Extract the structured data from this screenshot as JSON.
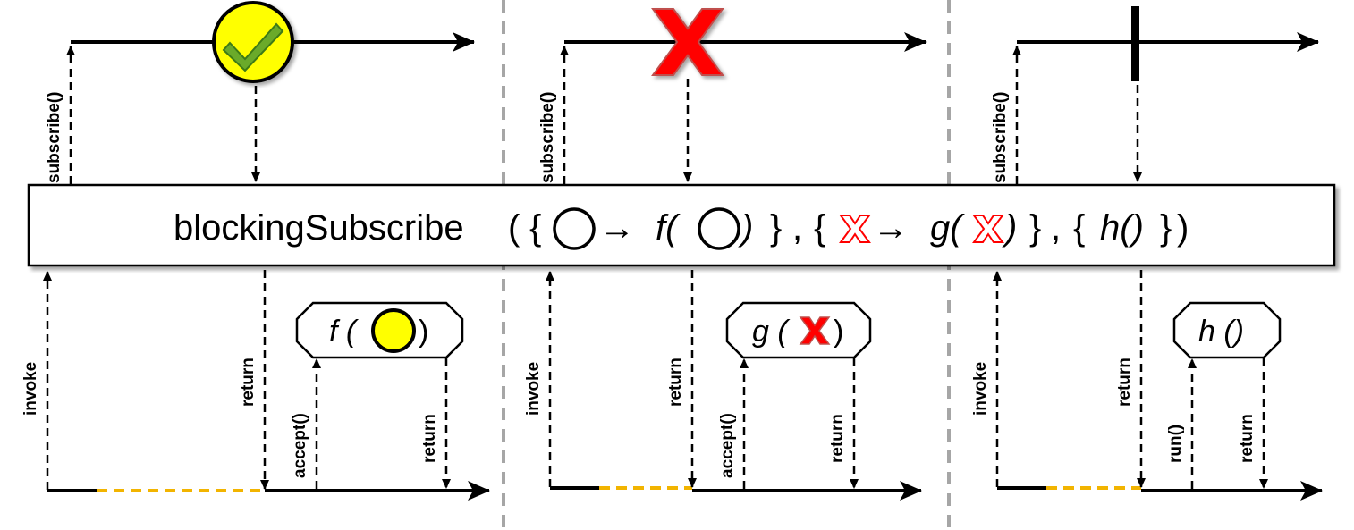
{
  "colors": {
    "success_fill": "#ffff00",
    "check_fill": "#6aaa2a",
    "error_fill": "#ff0000",
    "error_stroke": "#c0504d",
    "wait_dash": "#f2b400",
    "divider": "#a6a6a6",
    "box_border": "#000000"
  },
  "icons": {
    "success": "check-circle-icon",
    "error": "x-mark-icon",
    "complete": "vertical-bar-icon"
  },
  "operator": {
    "name": "blockingSubscribe",
    "open_paren": "(",
    "close_paren": ")",
    "arrow": "→",
    "lbrace": "{",
    "rbrace": "}",
    "comma": ",",
    "onnext_fn": "f(",
    "onnext_fn_close": ")",
    "onerror_fn": "g(",
    "onerror_fn_close": ")",
    "oncomplete_fn": "h()"
  },
  "panels": [
    {
      "id": "success",
      "subscribe_label": "subscribe()",
      "invoke_label": "invoke",
      "return_label": "return",
      "callback_open": "f (",
      "callback_close": ")",
      "call_label": "accept()",
      "callback_return_label": "return"
    },
    {
      "id": "error",
      "subscribe_label": "subscribe()",
      "invoke_label": "invoke",
      "return_label": "return",
      "callback_open": "g (",
      "callback_close": ")",
      "call_label": "accept()",
      "callback_return_label": "return"
    },
    {
      "id": "complete",
      "subscribe_label": "subscribe()",
      "invoke_label": "invoke",
      "return_label": "return",
      "callback_open": "h ()",
      "callback_close": "",
      "call_label": "run()",
      "callback_return_label": "return"
    }
  ]
}
